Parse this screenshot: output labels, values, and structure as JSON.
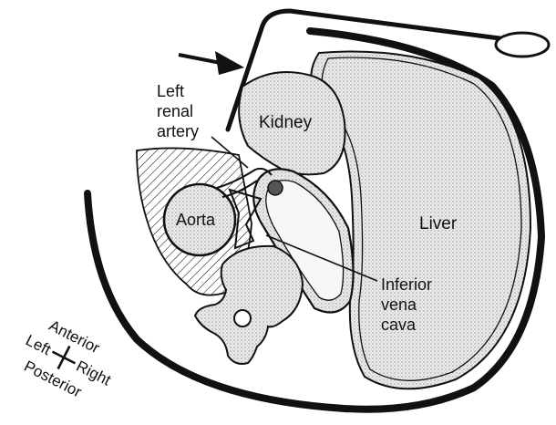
{
  "labels": {
    "kidney": "Kidney",
    "liver": "Liver",
    "aorta": "Aorta",
    "left_renal_artery": [
      "Left",
      "renal",
      "artery"
    ],
    "inferior_vena_cava": [
      "Inferior",
      "vena",
      "cava"
    ]
  },
  "orientation": {
    "anterior": "Anterior",
    "left": "Left",
    "right": "Right",
    "posterior": "Posterior"
  },
  "colors": {
    "ink": "#111111",
    "stipple": "#d6d6d6",
    "background": "#ffffff"
  }
}
